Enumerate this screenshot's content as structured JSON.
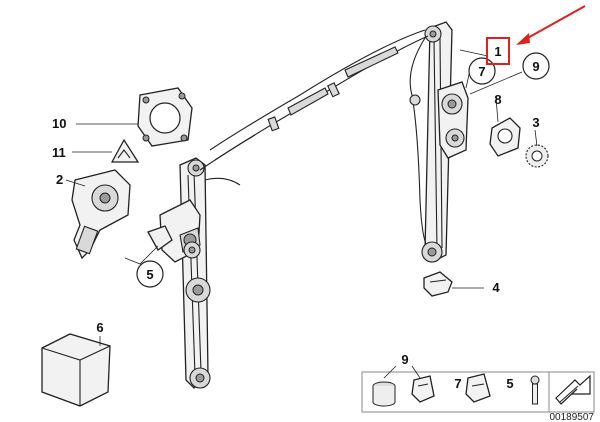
{
  "callouts": {
    "c1": "1",
    "c2": "2",
    "c3": "3",
    "c4": "4",
    "c5": "5",
    "c6": "6",
    "c7": "7",
    "c8": "8",
    "c9": "9",
    "c10": "10",
    "c11": "11"
  },
  "legend": {
    "label9": "9",
    "label7": "7",
    "label5": "5"
  },
  "reference_number": "00189507",
  "highlight_color": "#e0201b",
  "arrow_color": "#e0201b"
}
